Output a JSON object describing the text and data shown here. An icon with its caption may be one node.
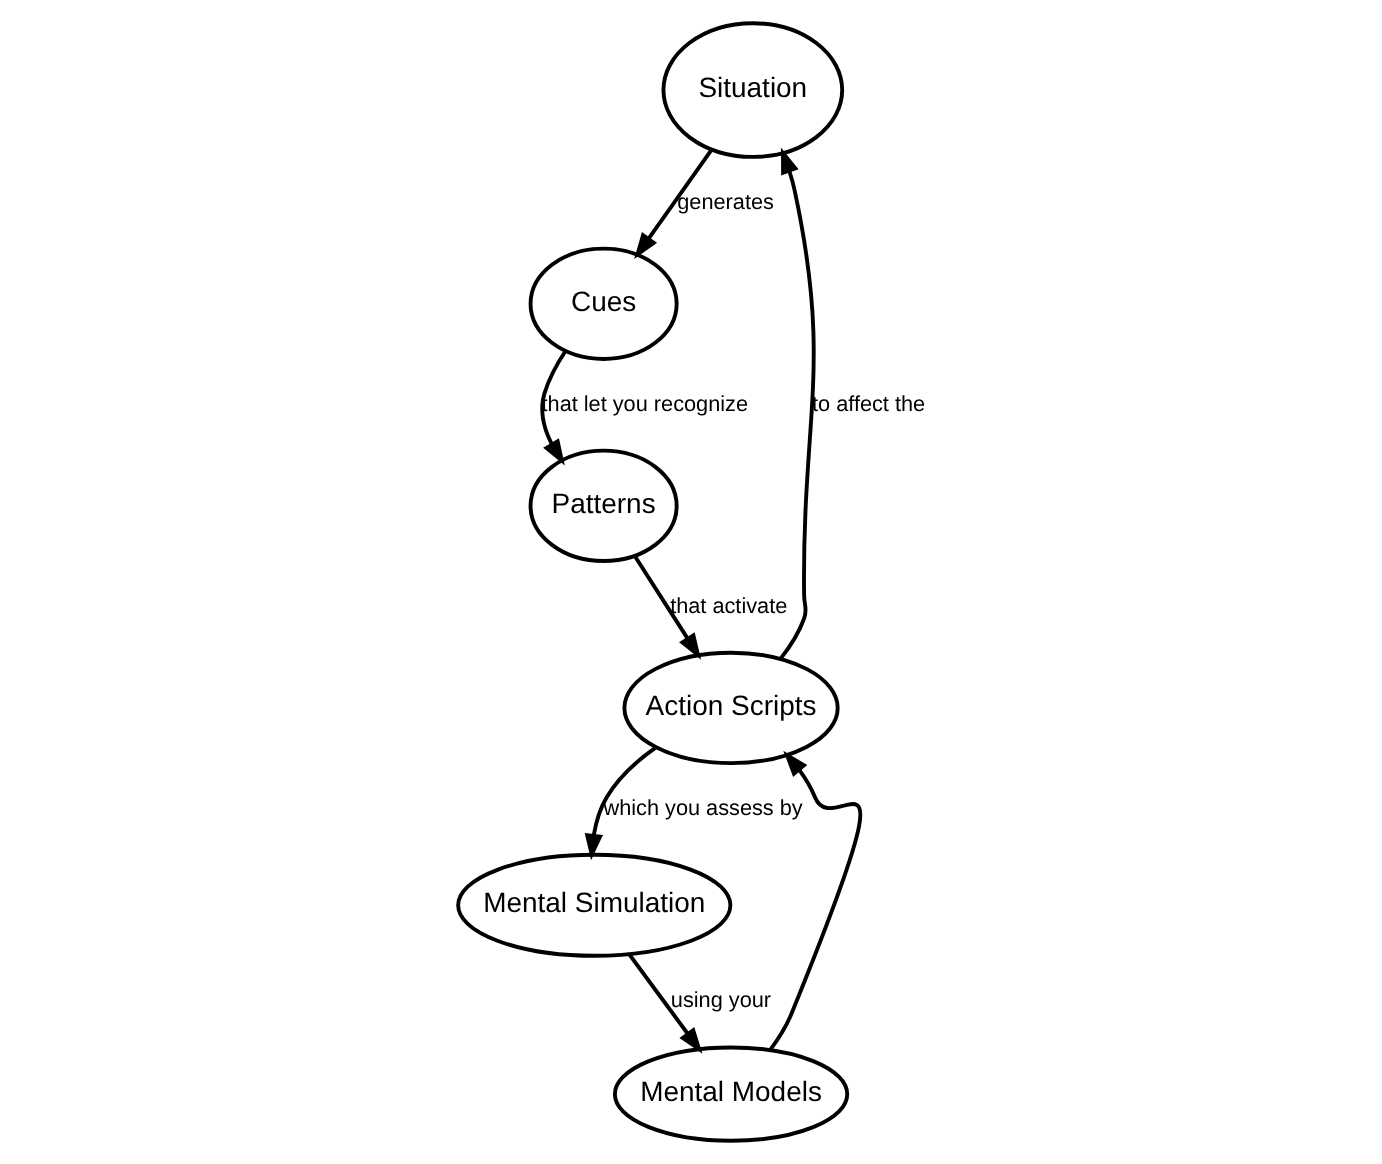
{
  "diagram": {
    "nodes": [
      {
        "text": [
          "Situation"
        ]
      },
      {
        "text": [
          "Cues"
        ]
      },
      {
        "text": [
          "Patterns"
        ]
      },
      {
        "text": [
          "Action Scripts"
        ]
      },
      {
        "text": [
          "Mental Simulation"
        ]
      },
      {
        "text": [
          "Mental Models"
        ]
      }
    ],
    "edges": [
      {
        "from": 0,
        "to": 1,
        "arrow": "to",
        "label": "generates"
      },
      {
        "from": 1,
        "to": 2,
        "arrow": "to",
        "label": "that let you recognize"
      },
      {
        "from": 2,
        "to": 3,
        "arrow": "to",
        "label": "that activate"
      },
      {
        "from": 3,
        "to": 0,
        "arrow": "to",
        "label": "to affect the"
      },
      {
        "from": 3,
        "to": 4,
        "arrow": "to",
        "label": "which you assess by"
      },
      {
        "from": 4,
        "to": 5,
        "arrow": "to",
        "label": "using your"
      },
      {
        "from": 5,
        "to": 3,
        "arrow": "to"
      }
    ]
  }
}
